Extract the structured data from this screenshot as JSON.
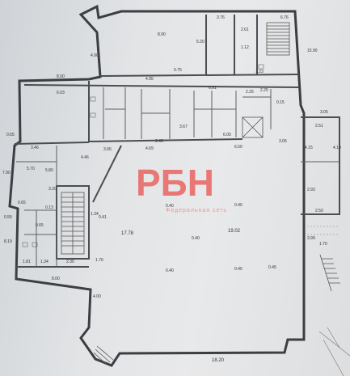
{
  "watermark": {
    "logo": "РБН",
    "subtitle": "Федеральная сеть"
  },
  "dimensions": {
    "top_8_90": "8.90",
    "top_3_76": "3.76",
    "top_6_76": "6.76",
    "left_4_90": "4.90",
    "left_8_00": "8.00",
    "mid_4_95": "4.95",
    "mid_6_91": "6.91",
    "mid_0_75": "0.75",
    "mid_2_26": "2.26",
    "mid_1_12": "1.12",
    "mid_2_61": "2.61",
    "mid_5_20": "5.20",
    "mid_1_23": "1.23",
    "right_15_90": "15.90",
    "right_3_05": "3.05",
    "right_2_51": "2.51",
    "right_4_15": "4.15",
    "right_4_19": "4.19",
    "right_2_93": "2.93",
    "right_2_50": "2.50",
    "right_3_05b": "3.05",
    "r_6_05": "6.05",
    "r_3_67": "3.67",
    "r_4_69": "4.69",
    "r_2_45": "2.45",
    "r_3_06": "3.06",
    "r_2_25": "2.25",
    "r_0_15": "0.15",
    "r_6_50": "6.50",
    "left_6_03": "6.03",
    "left_0_55": "0.55",
    "left_7_90": "7.90",
    "left_3_46": "3.46",
    "left_5_70": "5.70",
    "left_5_80": "5.80",
    "left_4_46": "4.46",
    "left_3_20": "3.20",
    "left_0_65": "0.65",
    "left_0_55b": "0.55",
    "left_8_19": "8.19",
    "left_1_34": "1.34",
    "left_0_41": "0.41",
    "left_0_13": "0.13",
    "left_1_76": "1.76",
    "left_2_30": "2.30",
    "left_1_81": "1.81",
    "left_1_34b": "1.34",
    "left_8_00b": "8.00",
    "left_0_65b": "0.65",
    "center_17_78": "17.78",
    "center_19_02": "19.02",
    "center_0_40a": "0.40",
    "center_0_40b": "0.40",
    "center_0_40c": "0.40",
    "center_0_40d": "0.40",
    "center_0_40e": "0.40",
    "bottom_18_20": "18.20",
    "bottom_4_00": "4.00",
    "right_1_70": "1.70",
    "right_3_99": "3.99",
    "right_0_45": "0.45"
  }
}
